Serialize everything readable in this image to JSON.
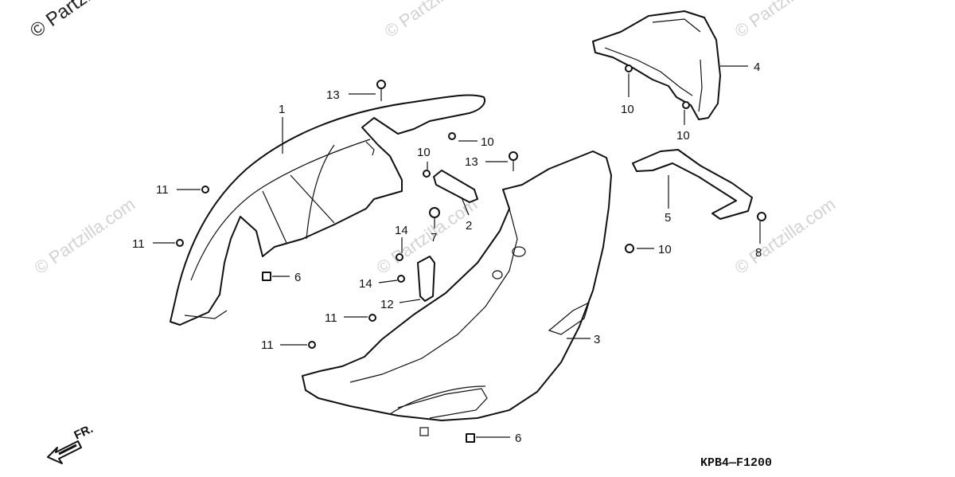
{
  "watermarks": {
    "top_left": "© Partzilla",
    "repeat": "© Partzilla.com"
  },
  "diagram_code": "KPB4—F1200",
  "front_indicator": "FR.",
  "callouts": [
    {
      "id": "c1",
      "label": "1"
    },
    {
      "id": "c2",
      "label": "2"
    },
    {
      "id": "c3",
      "label": "3"
    },
    {
      "id": "c4",
      "label": "4"
    },
    {
      "id": "c5",
      "label": "5"
    },
    {
      "id": "c6a",
      "label": "6"
    },
    {
      "id": "c6b",
      "label": "6"
    },
    {
      "id": "c7",
      "label": "7"
    },
    {
      "id": "c8",
      "label": "8"
    },
    {
      "id": "c10a",
      "label": "10"
    },
    {
      "id": "c10b",
      "label": "10"
    },
    {
      "id": "c10c",
      "label": "10"
    },
    {
      "id": "c10d",
      "label": "10"
    },
    {
      "id": "c10e",
      "label": "10"
    },
    {
      "id": "c11a",
      "label": "11"
    },
    {
      "id": "c11b",
      "label": "11"
    },
    {
      "id": "c11c",
      "label": "11"
    },
    {
      "id": "c11d",
      "label": "11"
    },
    {
      "id": "c12",
      "label": "12"
    },
    {
      "id": "c13a",
      "label": "13"
    },
    {
      "id": "c13b",
      "label": "13"
    },
    {
      "id": "c14a",
      "label": "14"
    },
    {
      "id": "c14b",
      "label": "14"
    }
  ],
  "colors": {
    "line": "#111111",
    "watermark": "#d2d2d2"
  }
}
